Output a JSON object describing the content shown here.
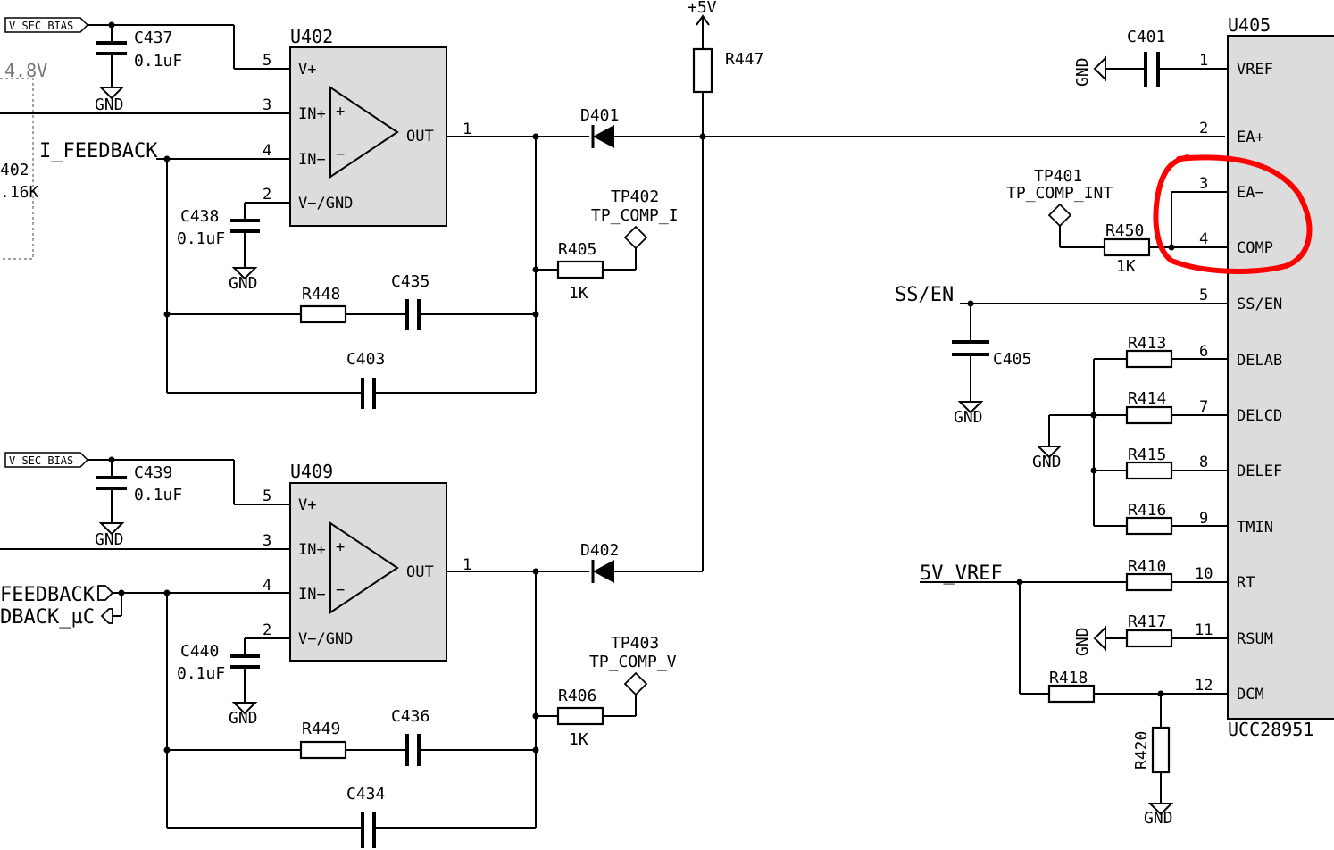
{
  "supply": {
    "plus5v": "+5V"
  },
  "nets": {
    "v_sec_bias": "V_SEC_BIAS",
    "i_feedback": "I_FEEDBACK",
    "v_feedback": "FEEDBACK",
    "v_feedback_uc": "DBACK_µC",
    "ss_en": "SS/EN",
    "vref5": "5V_VREF",
    "gnd": "GND",
    "v48": "4.8V"
  },
  "left_fragment": {
    "ref": "402",
    "value": ".16K"
  },
  "u402": {
    "ref": "U402",
    "pins": {
      "vplus": "V+",
      "inplus": "IN+",
      "inminus": "IN−",
      "vminus": "V−/GND",
      "out": "OUT"
    },
    "pin_numbers": {
      "vplus": "5",
      "inplus": "3",
      "inminus": "4",
      "vminus": "2",
      "out": "1"
    }
  },
  "u409": {
    "ref": "U409",
    "pins": {
      "vplus": "V+",
      "inplus": "IN+",
      "inminus": "IN−",
      "vminus": "V−/GND",
      "out": "OUT"
    },
    "pin_numbers": {
      "vplus": "5",
      "inplus": "3",
      "inminus": "4",
      "vminus": "2",
      "out": "1"
    }
  },
  "u405": {
    "ref": "U405",
    "part": "UCC28951",
    "pins": [
      {
        "num": "1",
        "name": "VREF"
      },
      {
        "num": "2",
        "name": "EA+"
      },
      {
        "num": "3",
        "name": "EA−"
      },
      {
        "num": "4",
        "name": "COMP"
      },
      {
        "num": "5",
        "name": "SS/EN"
      },
      {
        "num": "6",
        "name": "DELAB"
      },
      {
        "num": "7",
        "name": "DELCD"
      },
      {
        "num": "8",
        "name": "DELEF"
      },
      {
        "num": "9",
        "name": "TMIN"
      },
      {
        "num": "10",
        "name": "RT"
      },
      {
        "num": "11",
        "name": "RSUM"
      },
      {
        "num": "12",
        "name": "DCM"
      }
    ]
  },
  "caps": {
    "c437": {
      "ref": "C437",
      "value": "0.1uF"
    },
    "c438": {
      "ref": "C438",
      "value": "0.1uF"
    },
    "c439": {
      "ref": "C439",
      "value": "0.1uF"
    },
    "c440": {
      "ref": "C440",
      "value": "0.1uF"
    },
    "c435": {
      "ref": "C435"
    },
    "c436": {
      "ref": "C436"
    },
    "c403": {
      "ref": "C403"
    },
    "c434": {
      "ref": "C434"
    },
    "c401": {
      "ref": "C401"
    },
    "c405": {
      "ref": "C405"
    }
  },
  "resistors": {
    "r447": {
      "ref": "R447"
    },
    "r448": {
      "ref": "R448"
    },
    "r449": {
      "ref": "R449"
    },
    "r405": {
      "ref": "R405",
      "value": "1K"
    },
    "r406": {
      "ref": "R406",
      "value": "1K"
    },
    "r450": {
      "ref": "R450",
      "value": "1K"
    },
    "r413": {
      "ref": "R413"
    },
    "r414": {
      "ref": "R414"
    },
    "r415": {
      "ref": "R415"
    },
    "r416": {
      "ref": "R416"
    },
    "r410": {
      "ref": "R410"
    },
    "r417": {
      "ref": "R417"
    },
    "r418": {
      "ref": "R418"
    },
    "r420": {
      "ref": "R420"
    }
  },
  "diodes": {
    "d401": {
      "ref": "D401"
    },
    "d402": {
      "ref": "D402"
    }
  },
  "testpoints": {
    "tp401": {
      "ref": "TP401",
      "name": "TP_COMP_INT"
    },
    "tp402": {
      "ref": "TP402",
      "name": "TP_COMP_I"
    },
    "tp403": {
      "ref": "TP403",
      "name": "TP_COMP_V"
    }
  },
  "highlight": {
    "color": "#ff0000",
    "target": "EA− / COMP"
  }
}
